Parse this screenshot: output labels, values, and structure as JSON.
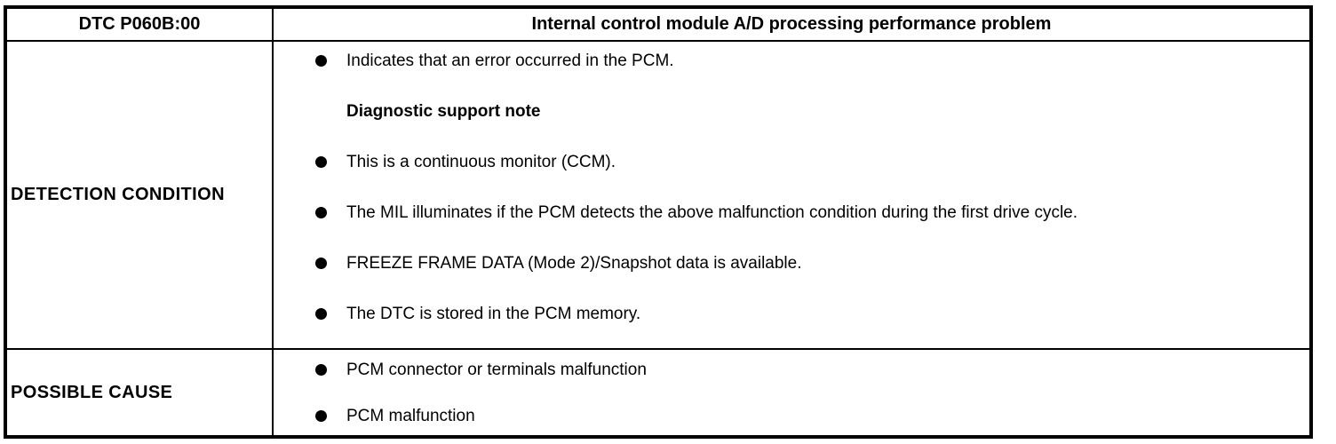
{
  "table": {
    "header": {
      "dtc_code": "DTC P060B:00",
      "title": "Internal control module A/D processing performance problem"
    },
    "detection": {
      "label": "DETECTION CONDITION",
      "items": [
        {
          "type": "bullet",
          "text": "Indicates that an error occurred in the PCM."
        },
        {
          "type": "subheading",
          "text": "Diagnostic support note"
        },
        {
          "type": "bullet",
          "text": "This is a continuous monitor (CCM)."
        },
        {
          "type": "bullet",
          "text": "The MIL illuminates if the PCM detects the above malfunction condition during the first drive cycle."
        },
        {
          "type": "bullet",
          "text": "FREEZE FRAME DATA (Mode 2)/Snapshot data is available."
        },
        {
          "type": "bullet",
          "text": "The DTC is stored in the PCM memory."
        }
      ]
    },
    "possible_cause": {
      "label": "POSSIBLE CAUSE",
      "items": [
        {
          "type": "bullet",
          "text": "PCM connector or terminals malfunction"
        },
        {
          "type": "bullet",
          "text": "PCM malfunction"
        }
      ]
    },
    "colors": {
      "border": "#000000",
      "text": "#000000",
      "background": "#ffffff"
    }
  }
}
